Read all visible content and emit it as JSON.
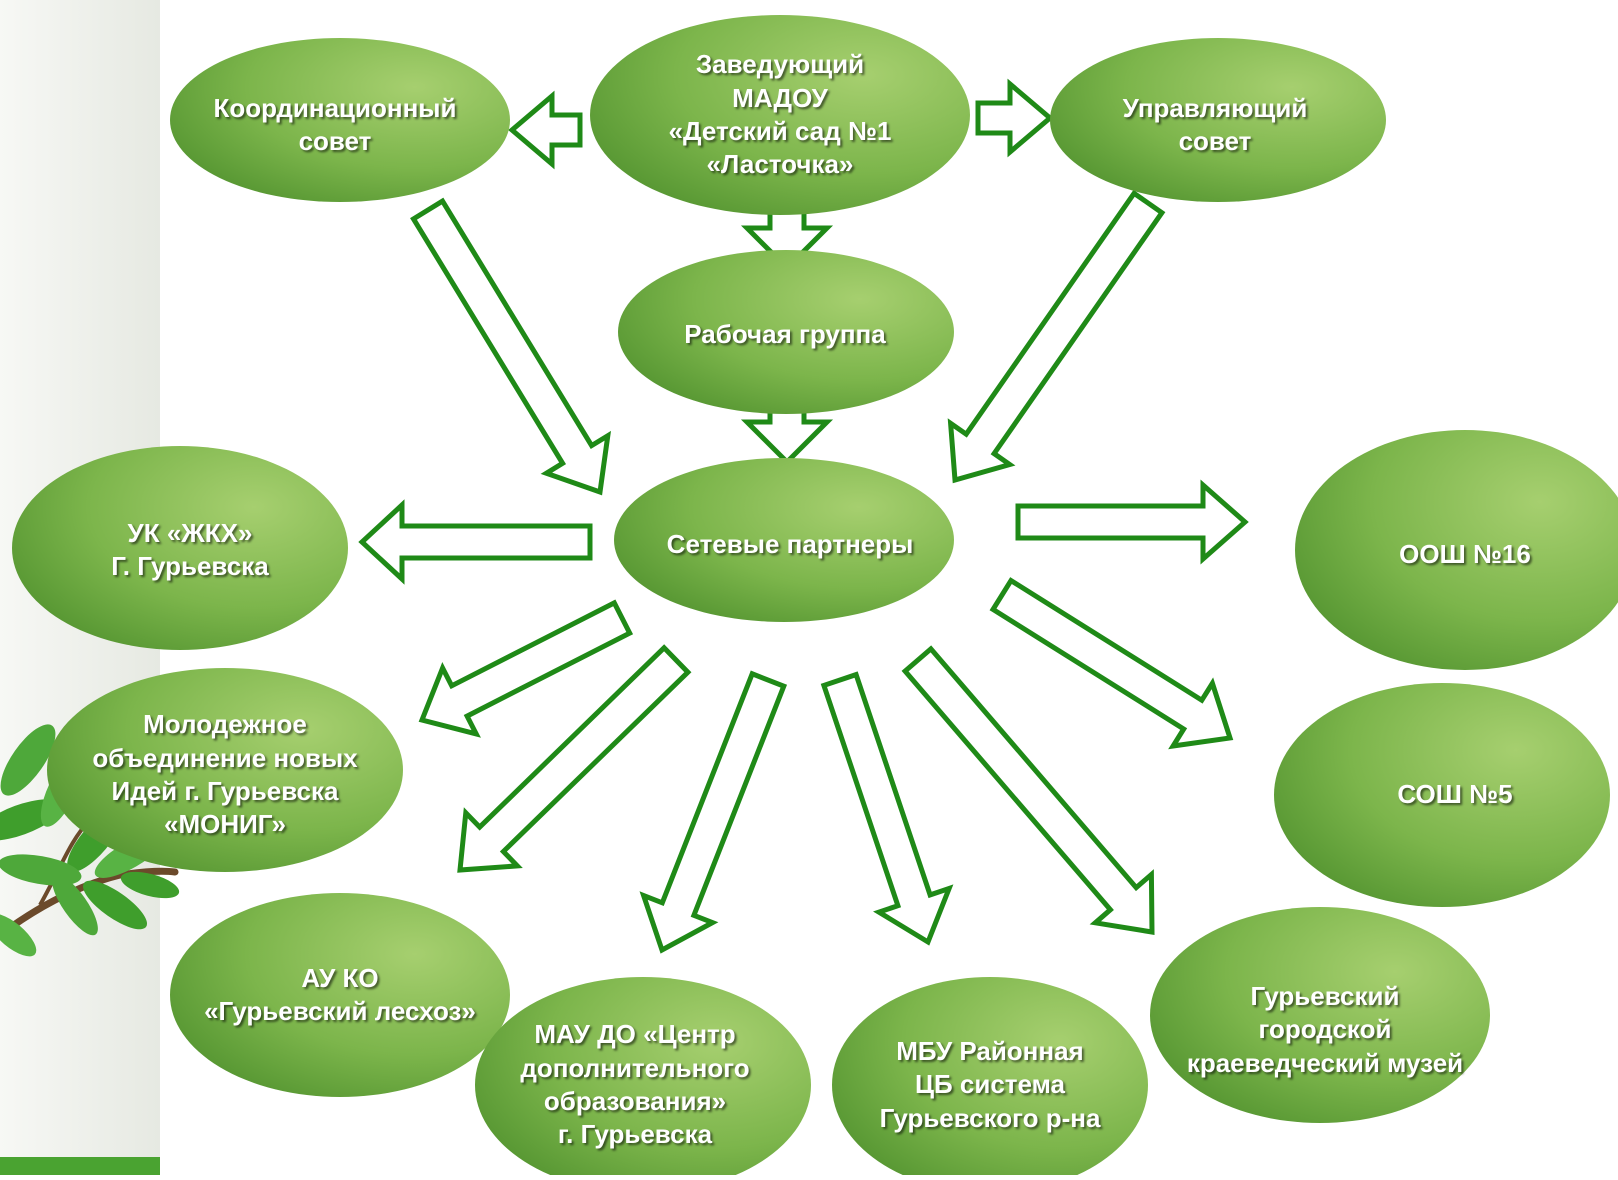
{
  "colors": {
    "node_fill_light": "#a6cf6f",
    "node_fill_mid": "#7cb54b",
    "node_fill_dark": "#4d8f2c",
    "arrow_stroke": "#1f8a17",
    "arrow_fill": "#ffffff",
    "side_panel": "#eef0ec",
    "bottom_bar": "#4aa331",
    "leaf": "#3f9e2c"
  },
  "decoration": {
    "left_image": "leaf-branch-icon"
  },
  "nodes": {
    "head": "Заведующий\nМАДОУ\n«Детский сад №1\n«Ласточка»",
    "coordination_council": "Координационный\nсовет",
    "managing_council": "Управляющий\nсовет",
    "working_group": "Рабочая группа",
    "network_partners": "Сетевые партнеры",
    "uk_zhkh": "УК «ЖКХ»\nГ. Гурьевска",
    "monig": "Молодежное\nобъединение новых\nИдей г. Гурьевска\n«МОНИГ»",
    "au_ko": "АУ КО\n«Гурьевский лесхоз»",
    "mau_do": "МАУ ДО «Центр\nдополнительного\nобразования»\nг. Гурьевска",
    "mbu": "МБУ Районная\nЦБ система\nГурьевского р-на",
    "museum": "Гурьевский\nгородской\nкраеведческий музей",
    "oosh16": "ООШ №16",
    "sosh5": "СОШ №5"
  }
}
